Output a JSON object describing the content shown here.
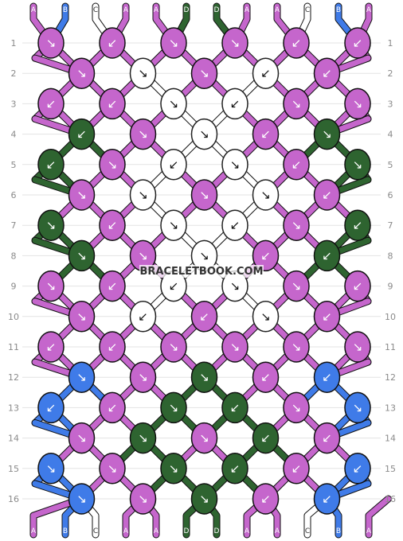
{
  "watermark": "BRACELETBOOK.COM",
  "colors": {
    "A": "#c566cc",
    "B": "#3f7be8",
    "C": "#ffffff",
    "D": "#2e6430"
  },
  "strands": [
    "A",
    "B",
    "C",
    "A",
    "A",
    "D",
    "D",
    "A",
    "A",
    "C",
    "B",
    "A"
  ],
  "row_labels": [
    "1",
    "2",
    "3",
    "4",
    "5",
    "6",
    "7",
    "8",
    "9",
    "10",
    "11",
    "12",
    "13",
    "14",
    "15",
    "16"
  ],
  "knot_colors": [
    [
      "A",
      "A",
      "A",
      "A",
      "A",
      "A"
    ],
    [
      "A",
      "C",
      "A",
      "C",
      "A"
    ],
    [
      "A",
      "A",
      "C",
      "C",
      "A",
      "A"
    ],
    [
      "D",
      "A",
      "C",
      "A",
      "D"
    ],
    [
      "D",
      "A",
      "C",
      "C",
      "A",
      "D"
    ],
    [
      "A",
      "C",
      "A",
      "C",
      "A"
    ],
    [
      "D",
      "A",
      "C",
      "C",
      "A",
      "D"
    ],
    [
      "D",
      "A",
      "C",
      "A",
      "D"
    ],
    [
      "A",
      "A",
      "C",
      "C",
      "A",
      "A"
    ],
    [
      "A",
      "C",
      "A",
      "C",
      "A"
    ],
    [
      "A",
      "A",
      "A",
      "A",
      "A",
      "A"
    ],
    [
      "B",
      "A",
      "D",
      "A",
      "B"
    ],
    [
      "B",
      "A",
      "D",
      "D",
      "A",
      "B"
    ],
    [
      "A",
      "D",
      "A",
      "D",
      "A"
    ],
    [
      "B",
      "A",
      "D",
      "D",
      "A",
      "B"
    ],
    [
      "B",
      "A",
      "D",
      "A",
      "B"
    ]
  ],
  "knot_directions": [
    [
      "↘",
      "↙",
      "↘",
      "↘",
      "↙",
      "↙"
    ],
    [
      "↘",
      "↘",
      "↘",
      "↙",
      "↙"
    ],
    [
      "↙",
      "↙",
      "↘",
      "↙",
      "↘",
      "↘"
    ],
    [
      "↙",
      "↘",
      "↘",
      "↙",
      "↘"
    ],
    [
      "↙",
      "↘",
      "↙",
      "↘",
      "↙",
      "↘"
    ],
    [
      "↘",
      "↘",
      "↘",
      "↘",
      "↙"
    ],
    [
      "↘",
      "↙",
      "↘",
      "↙",
      "↘",
      "↙"
    ],
    [
      "↘",
      "↘",
      "↘",
      "↙",
      "↙"
    ],
    [
      "↘",
      "↙",
      "↙",
      "↘",
      "↘",
      "↙"
    ],
    [
      "↘",
      "↙",
      "↙",
      "↘",
      "↙"
    ],
    [
      "↙",
      "↙",
      "↘",
      "↘",
      "↘",
      "↘"
    ],
    [
      "↘",
      "↘",
      "↘",
      "↙",
      "↙"
    ],
    [
      "↙",
      "↙",
      "↘",
      "↙",
      "↘",
      "↘"
    ],
    [
      "↘",
      "↘",
      "↘",
      "↙",
      "↙"
    ],
    [
      "↘",
      "↘",
      "↘",
      "↙",
      "↙",
      "↙"
    ],
    [
      "↘",
      "↘",
      "↘",
      "↙",
      "↙"
    ]
  ]
}
